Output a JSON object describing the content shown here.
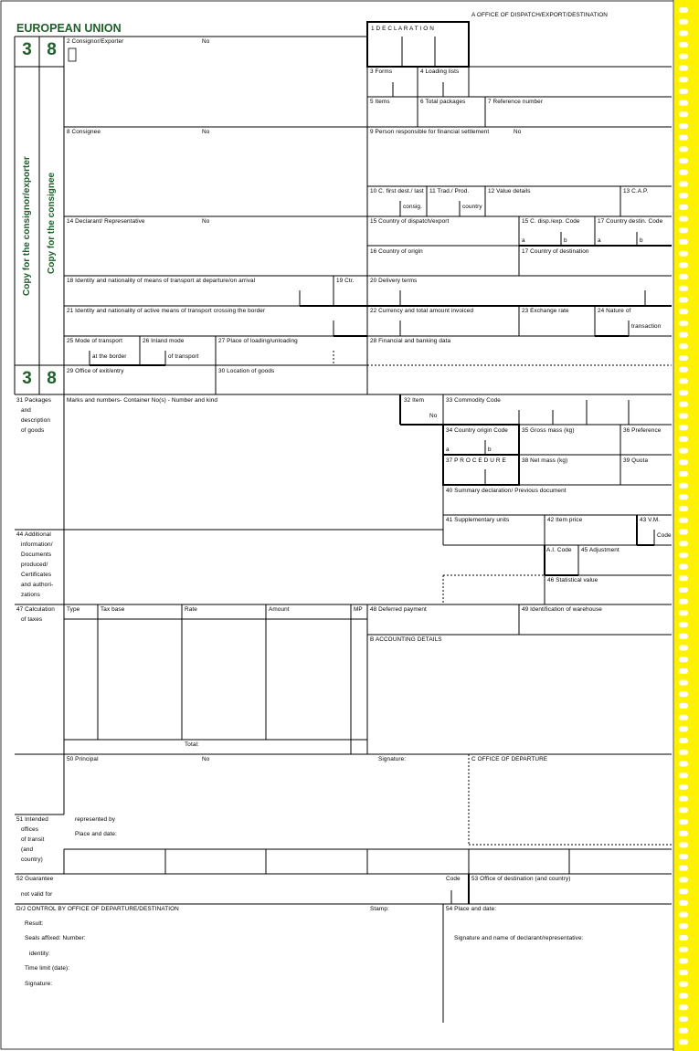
{
  "header": {
    "title": "EUROPEAN UNION",
    "num_left": "3",
    "num_right": "8",
    "num_left_bottom": "3",
    "num_right_bottom": "8"
  },
  "copy_labels": {
    "left": "Copy for the consignor/exporter",
    "right": "Copy for the consignee"
  },
  "boxes": {
    "b_a": "A OFFICE OF DISPATCH/EXPORT/DESTINATION",
    "b1": "1 D E C L A R A T I O N",
    "b2": "2 Consignor/Exporter",
    "b2_no": "No",
    "b3": "3 Forms",
    "b4": "4 Loading lists",
    "b5": "5 Items",
    "b6": "6 Total packages",
    "b7": "7 Reference number",
    "b8": "8 Consignee",
    "b8_no": "No",
    "b9": "9 Person responsible for financial settlement",
    "b9_no": "No",
    "b10": "10 C. first dest./ last",
    "b10_sub": "consig.",
    "b11": "11 Trad./ Prod.",
    "b11_sub": "country",
    "b12": "12 Value details",
    "b13": "13 C.A.P.",
    "b14": "14 Declarant/ Representative",
    "b14_no": "No",
    "b15": "15 Country of dispatch/export",
    "b15a": "15 C. disp./exp. Code",
    "b17a": "17 Country destin. Code",
    "ab_a": "a",
    "ab_b": "b",
    "b16": "16 Country of origin",
    "b17": "17 Country of destination",
    "b18": "18 Identity and nationality of means of transport at departure/on arrival",
    "b19": "19 Ctr.",
    "b20": "20 Delivery terms",
    "b21": "21 Identity and nationality of active means of transport crossing the border",
    "b22": "22 Currency and total amount invoiced",
    "b23": "23 Exchange rate",
    "b24": "24 Nature of",
    "b24_sub": "transaction",
    "b25": "25 Mode of transport",
    "b25_sub": "at the border",
    "b26": "26 Inland mode",
    "b26_sub": "of transport",
    "b27": "27 Place of loading/unloading",
    "b28": "28 Financial and banking data",
    "b29": "29 Office of exit/entry",
    "b30": "30 Location of goods",
    "b31_lines": [
      "31 Packages",
      "and",
      "description",
      "of goods"
    ],
    "b31_marks": "Marks and numbers- Container No(s) - Number and kind",
    "b32": "32 Item",
    "b32_no": "No",
    "b33": "33 Commodity Code",
    "b34": "34 Country origin Code",
    "b35": "35 Gross mass (kg)",
    "b36": "36 Preference",
    "b37": "37 P R O C E D U R E",
    "b38": "38 Net mass (kg)",
    "b39": "39 Quota",
    "b40": "40 Summary declaration/ Previous document",
    "b41": "41 Supplementary units",
    "b42": "42 Item price",
    "b43": "43 V.M.",
    "b43_code": "Code",
    "b44_lines": [
      "44 Additional",
      "information/",
      "Documents",
      "produced/",
      "Certificates",
      "and authori-",
      "zations"
    ],
    "b44_ai": "A.I. Code",
    "b45": "45 Adjustment",
    "b46": "46 Statistical value",
    "b47_lines": [
      "47 Calculation",
      "of taxes"
    ],
    "tax_type": "Type",
    "tax_base": "Tax base",
    "tax_rate": "Rate",
    "tax_amount": "Amount",
    "tax_mp": "MP",
    "tax_total": "Total:",
    "b48": "48 Deferred payment",
    "b49": "49 Identification of warehouse",
    "b_b": "B ACCOUNTING DETAILS",
    "b50": "50 Principal",
    "b50_no": "No",
    "b50_sig": "Signature:",
    "b_c": "C OFFICE OF DEPARTURE",
    "b50_rep": "represented by",
    "b50_place": "Place and date:",
    "b51_lines": [
      "51 Intended",
      "offices",
      "of transit",
      "(and",
      "country)"
    ],
    "b52": "52 Guarantee",
    "b52_sub": "not valid for",
    "b52_code": "Code",
    "b53": "53 Office of destination (and country)",
    "b_dj": "D/J CONTROL BY OFFICE OF DEPARTURE/DESTINATION",
    "b_stamp": "Stamp:",
    "b54": "54 Place and date:",
    "dj_result": "Result:",
    "dj_seals": "Seals affixed: Number:",
    "dj_identity": "identity:",
    "dj_time": "Time limit (date):",
    "dj_sig": "Signature:",
    "b54_sig": "Signature and name of declarant/representative:"
  },
  "colors": {
    "brand_green": "#1f5f2a",
    "strip_yellow": "#fff200"
  }
}
